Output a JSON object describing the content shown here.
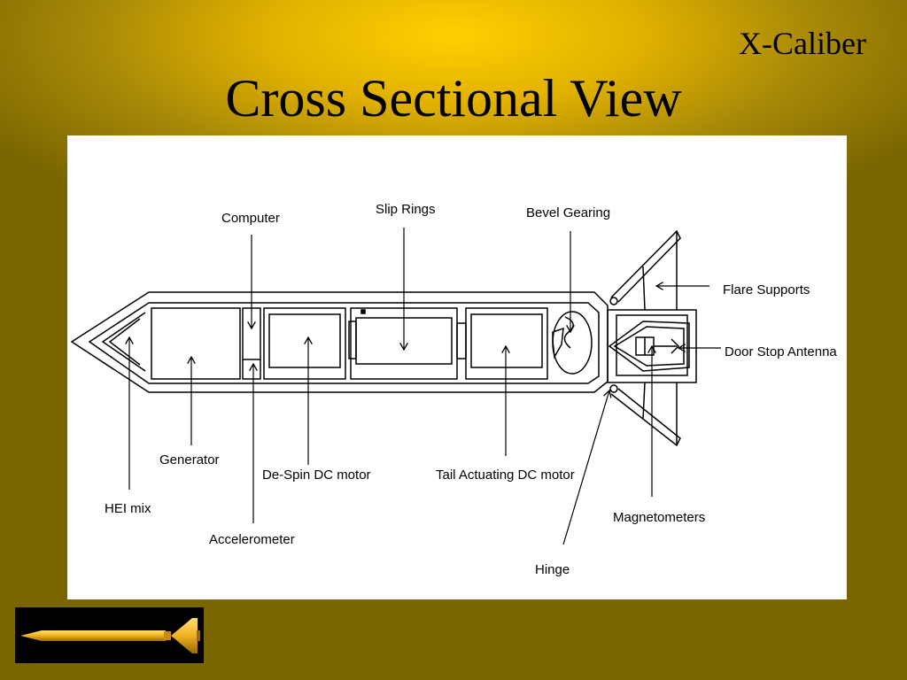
{
  "header": {
    "brand": "X-Caliber",
    "title": "Cross Sectional View"
  },
  "diagram": {
    "labels": {
      "computer": "Computer",
      "slip_rings": "Slip Rings",
      "bevel_gearing": "Bevel Gearing",
      "flare_supports": "Flare Supports",
      "door_stop_antenna": "Door Stop Antenna",
      "generator": "Generator",
      "de_spin_motor": "De-Spin DC motor",
      "tail_motor": "Tail Actuating DC motor",
      "hei_mix": "HEI mix",
      "accelerometer": "Accelerometer",
      "magnetometers": "Magnetometers",
      "hinge": "Hinge"
    }
  },
  "colors": {
    "background_center": "#ffd000",
    "background_edge": "#7a6500",
    "projectile_fill": "#f0b020"
  },
  "logo": {
    "icon": "projectile-icon"
  }
}
